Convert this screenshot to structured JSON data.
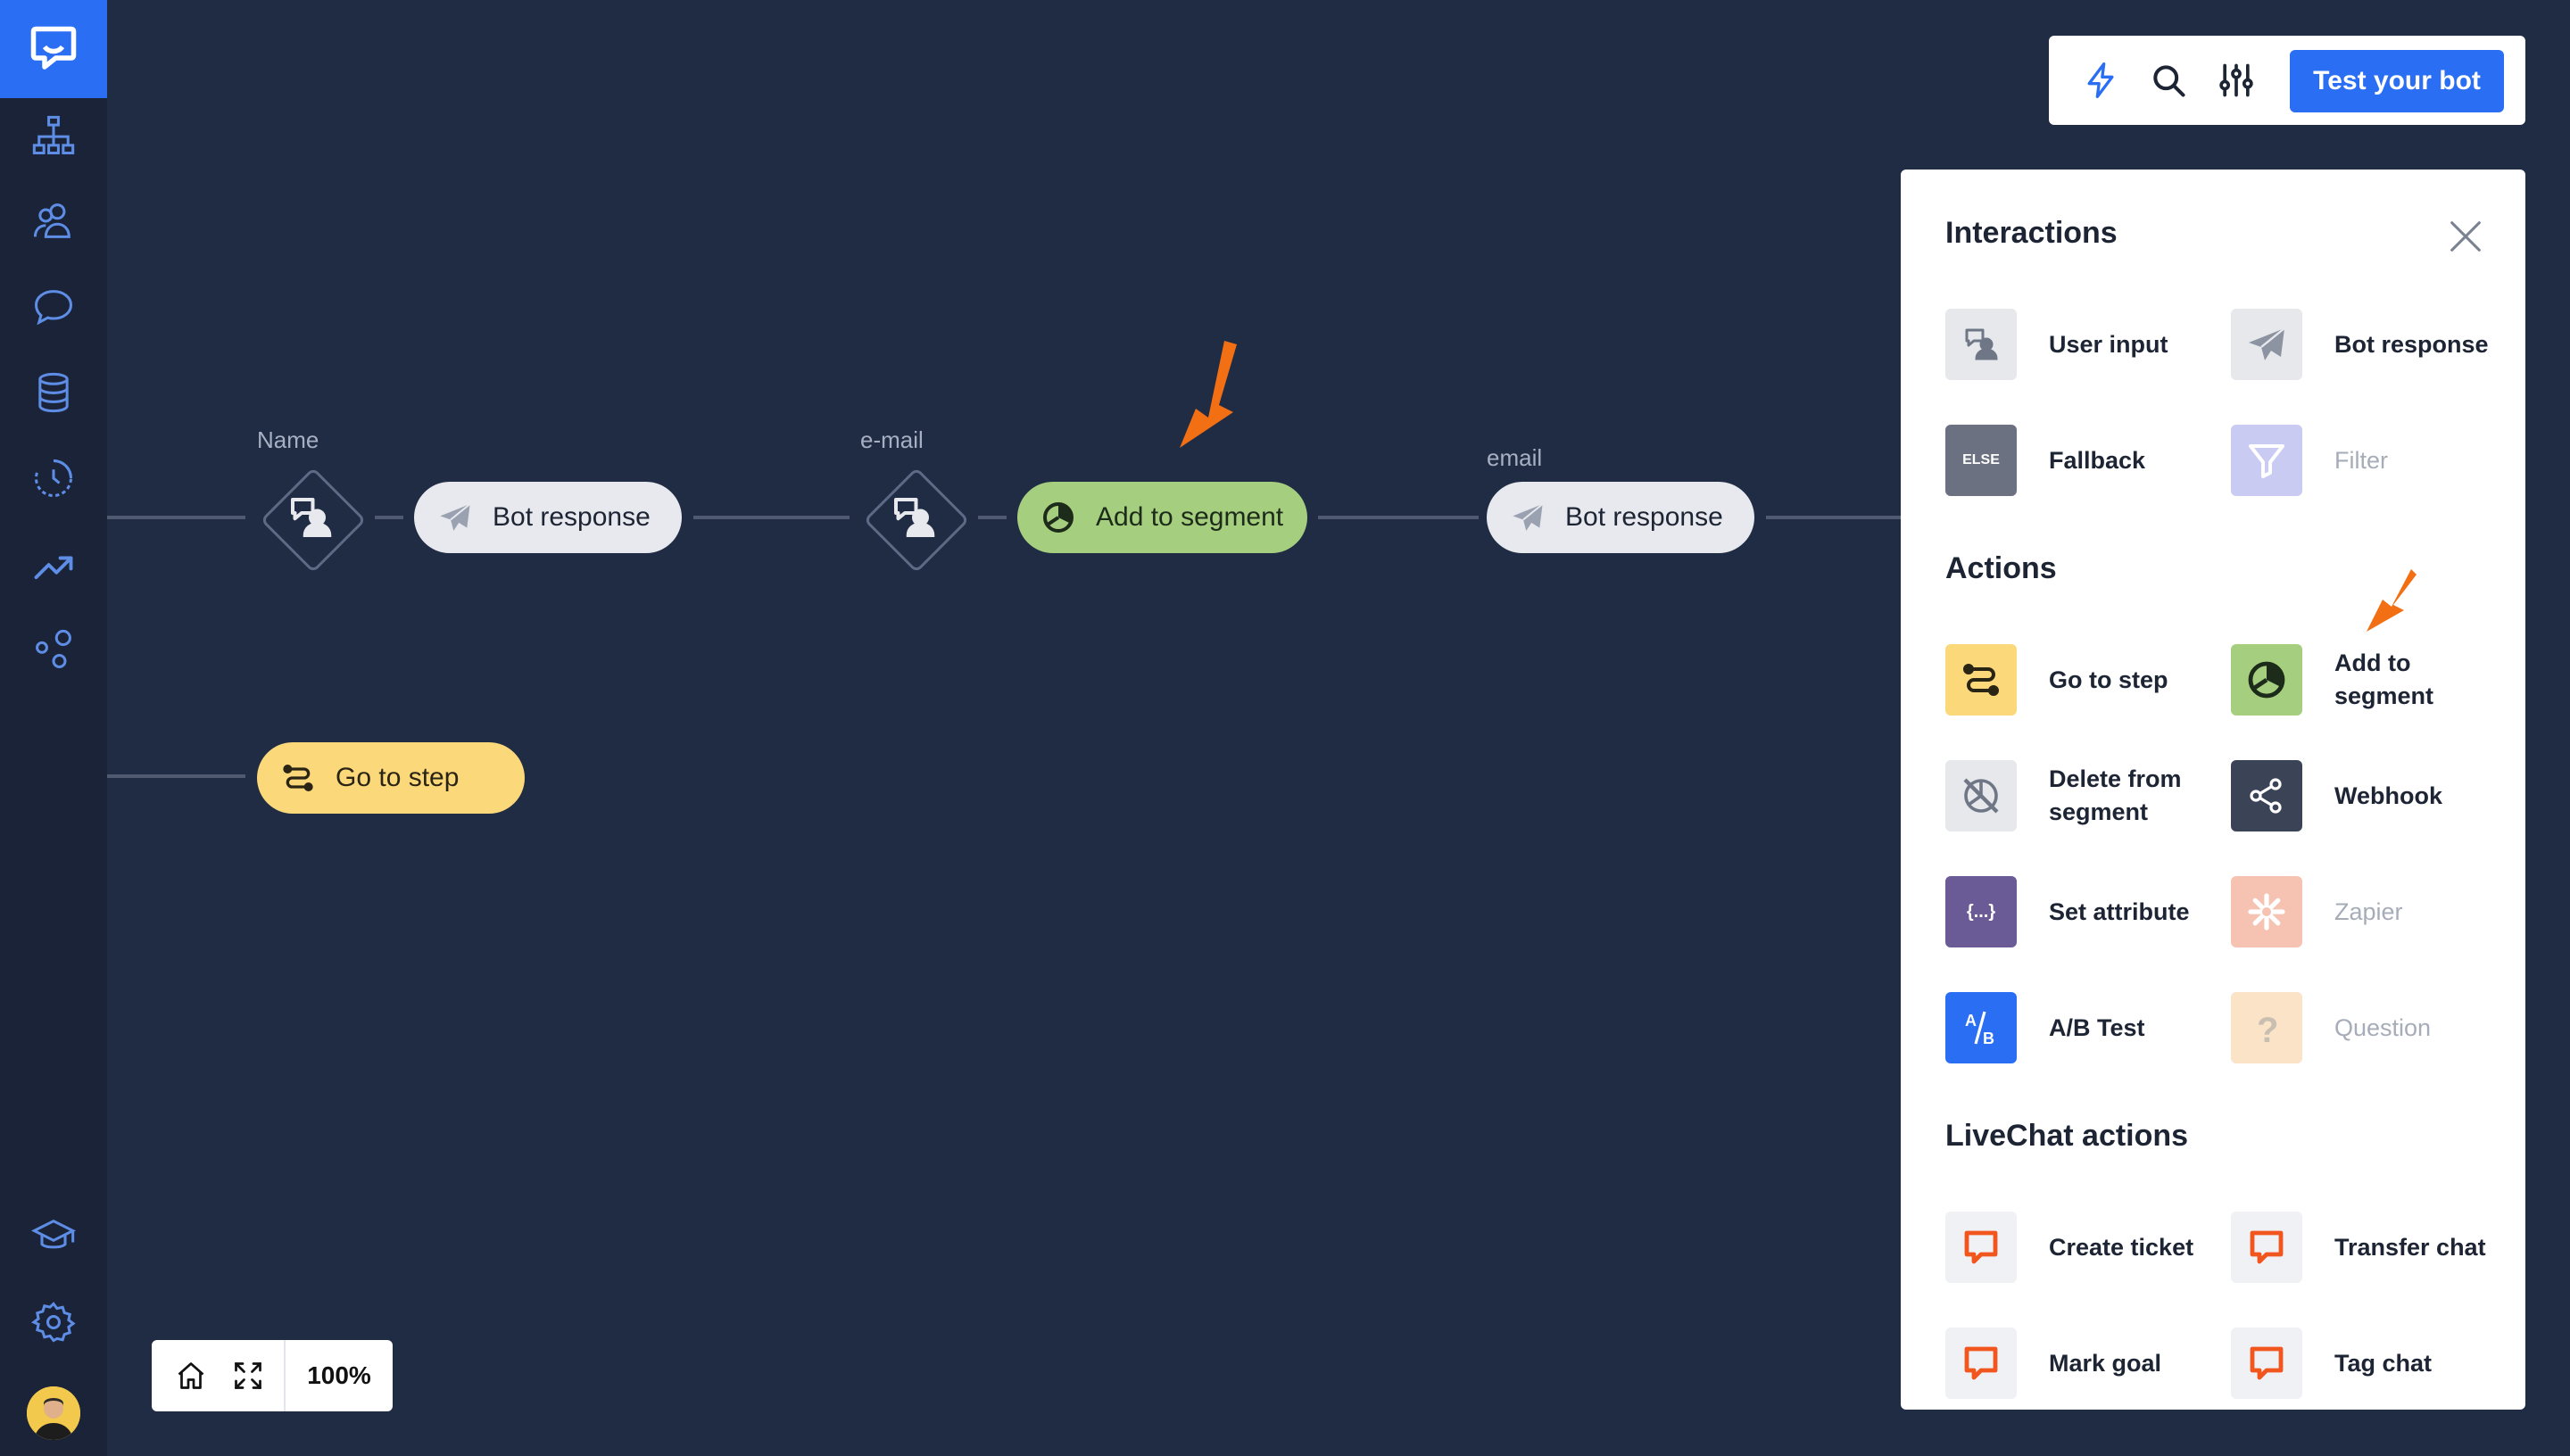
{
  "sidebar": {
    "logo_icon": "chat-bubble-logo-icon",
    "items": [
      {
        "icon": "flow-hierarchy-icon"
      },
      {
        "icon": "users-icon"
      },
      {
        "icon": "chat-bubble-icon"
      },
      {
        "icon": "database-icon"
      },
      {
        "icon": "clock-history-icon"
      },
      {
        "icon": "trending-up-icon"
      },
      {
        "icon": "integrations-icon"
      }
    ],
    "bottom_items": [
      {
        "icon": "graduation-cap-icon"
      },
      {
        "icon": "settings-gear-icon"
      }
    ],
    "avatar_icon": "user-avatar"
  },
  "canvas": {
    "row1": {
      "user_input_1_label": "Name",
      "bot_response_1": "Bot response",
      "user_input_2_label": "e-mail",
      "add_to_segment": "Add to segment",
      "bot_response_2_label": "email",
      "bot_response_2": "Bot response"
    },
    "row2": {
      "go_to_step": "Go to step"
    },
    "colors": {
      "background": "#202b44",
      "bot_response": "#e7e9ee",
      "add_to_segment": "#a5cf7f",
      "go_to_step": "#fbd87a",
      "annotation_arrow": "#f26f14"
    }
  },
  "toolbar": {
    "icons": [
      "lightning-icon",
      "search-icon",
      "sliders-icon"
    ],
    "test_button": "Test your bot",
    "accent": "#2a6ef4"
  },
  "panel": {
    "interactions_title": "Interactions",
    "actions_title": "Actions",
    "livechat_title": "LiveChat actions",
    "close_icon": "close-icon",
    "interactions": [
      {
        "label": "User input",
        "icon": "user-input-icon",
        "enabled": true
      },
      {
        "label": "Bot response",
        "icon": "paper-plane-icon",
        "enabled": true
      },
      {
        "label": "Fallback",
        "icon": "else-icon",
        "tile_text": "ELSE",
        "enabled": true
      },
      {
        "label": "Filter",
        "icon": "filter-icon",
        "enabled": false
      }
    ],
    "actions": [
      {
        "label": "Go to step",
        "icon": "go-to-step-icon",
        "enabled": true
      },
      {
        "label": "Add to segment",
        "icon": "segment-pie-icon",
        "enabled": true
      },
      {
        "label": "Delete from segment",
        "icon": "segment-delete-icon",
        "enabled": true
      },
      {
        "label": "Webhook",
        "icon": "webhook-share-icon",
        "enabled": true
      },
      {
        "label": "Set attribute",
        "icon": "braces-icon",
        "tile_text": "{...}",
        "enabled": true
      },
      {
        "label": "Zapier",
        "icon": "zapier-asterisk-icon",
        "enabled": false
      },
      {
        "label": "A/B Test",
        "icon": "ab-test-icon",
        "enabled": true
      },
      {
        "label": "Question",
        "icon": "question-mark-icon",
        "enabled": false
      }
    ],
    "livechat_actions": [
      {
        "label": "Create ticket",
        "icon": "livechat-bubble-icon",
        "enabled": true
      },
      {
        "label": "Transfer chat",
        "icon": "livechat-bubble-icon",
        "enabled": true
      },
      {
        "label": "Mark goal",
        "icon": "livechat-bubble-icon",
        "enabled": true
      },
      {
        "label": "Tag chat",
        "icon": "livechat-bubble-icon",
        "enabled": true
      }
    ]
  },
  "zoom": {
    "home_icon": "home-icon",
    "fit_icon": "fit-screen-icon",
    "level": "100%"
  }
}
